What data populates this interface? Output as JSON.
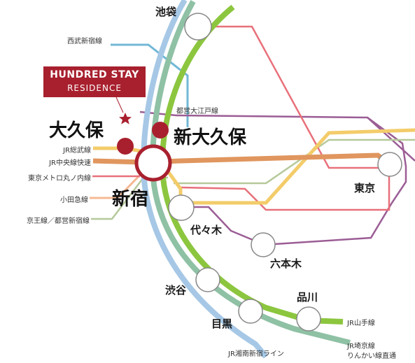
{
  "hotel": {
    "line1": "HUNDRED STAY",
    "line2": "RESIDENCE"
  },
  "stations": {
    "ikebukuro": "池袋",
    "okubo": "大久保",
    "shin_okubo": "新大久保",
    "shinjuku": "新宿",
    "tokyo": "東京",
    "yoyogi": "代々木",
    "roppongi": "六本木",
    "shibuya": "渋谷",
    "shinagawa": "品川",
    "meguro": "目黒"
  },
  "lines": {
    "seibu_shinjuku": "西武新宿線",
    "toei_oedo": "都営大江戸線",
    "jr_sobu": "JR総武線",
    "jr_chuo_rapid": "JR中央線快速",
    "marunouchi": "東京メトロ丸ノ内線",
    "odakyu": "小田急線",
    "keio": "京王線／都営新宿線",
    "yamanote": "JR山手線",
    "saikyo_line1": "JR埼京線",
    "saikyo_line2": "りんかい線直通",
    "shonan": "JR湘南新宿ライン"
  },
  "colors": {
    "yamanote": "#8cc63f",
    "saikyo": "#8fc1a5",
    "shonan": "#a6c8e6",
    "sobu": "#f3cc6a",
    "chuo": "#e0965e",
    "marunouchi": "#e8707a",
    "oedo": "#9b5d95",
    "odakyu": "#f5b994",
    "keio": "#b5c99a",
    "seibu": "#71b8d6",
    "accent": "#a8202e"
  },
  "icons": {
    "hotel_marker": "star-icon"
  }
}
